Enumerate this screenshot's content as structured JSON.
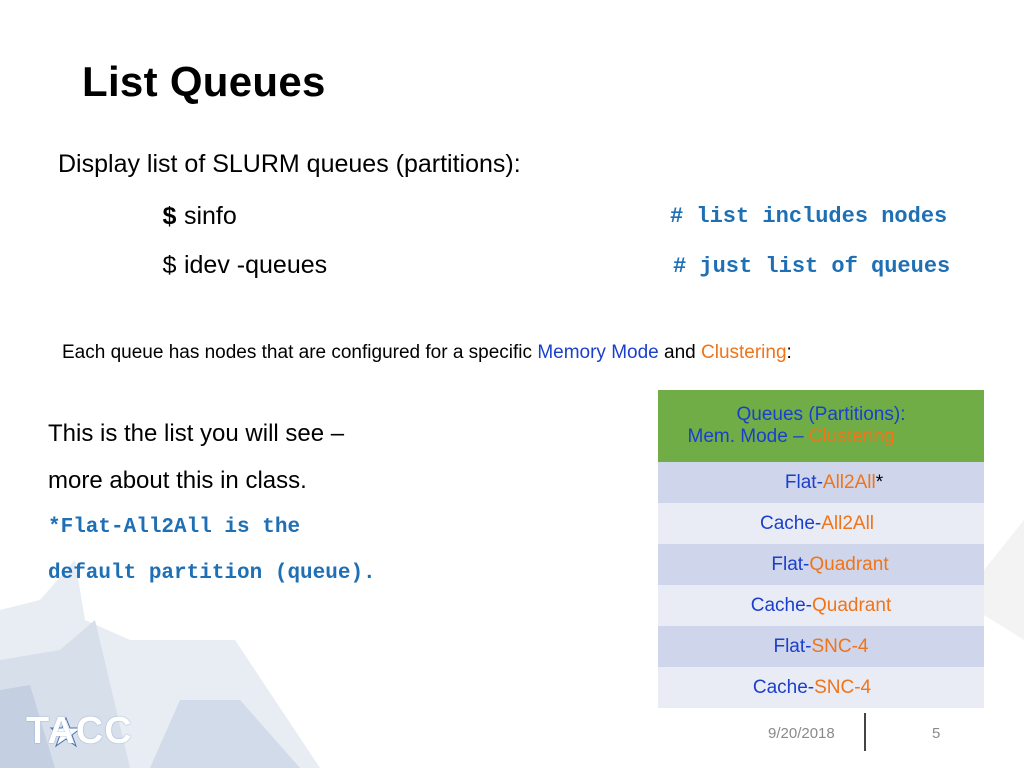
{
  "slide": {
    "title": "List Queues",
    "intro": "Display list of SLURM queues (partitions):",
    "commands": [
      {
        "prompt": "$",
        "command": "sinfo",
        "comment": "# list includes nodes"
      },
      {
        "prompt": "$",
        "command": "idev -queues",
        "comment": "# just list of queues"
      }
    ],
    "explain": {
      "before": "Each queue has nodes that are configured for a specific ",
      "mem_mode": "Memory Mode",
      "and": " and ",
      "clustering": "Clustering",
      "colon": ":"
    },
    "list_note": {
      "line1": "This is the list you will see –",
      "line2": "more about this in class.",
      "line3": "*Flat-All2All is the",
      "line4": "default partition (queue)."
    }
  },
  "queue_table": {
    "header_line1": "Queues (Partitions):",
    "header_mem": "Mem. Mode",
    "header_dash": " – ",
    "header_cluster": "Clustering",
    "rows": [
      {
        "mode": "Flat-",
        "cluster": "All2All",
        "suffix": "*"
      },
      {
        "mode": "Cache-",
        "cluster": "All2All",
        "suffix": ""
      },
      {
        "mode": "Flat-",
        "cluster": "Quadrant",
        "suffix": ""
      },
      {
        "mode": "Cache-",
        "cluster": "Quadrant",
        "suffix": ""
      },
      {
        "mode": "Flat-",
        "cluster": "SNC-4",
        "suffix": ""
      },
      {
        "mode": "Cache-",
        "cluster": "SNC-4",
        "suffix": ""
      }
    ]
  },
  "footer": {
    "logo_text": "TACC",
    "date": "9/20/2018",
    "page_number": "5"
  },
  "colors": {
    "accent_blue": "#1a3fcc",
    "accent_orange": "#f07418",
    "comment_blue": "#1f6fb5",
    "header_green": "#70ad47",
    "row_dark": "#cfd5ea",
    "row_light": "#e9ebf5",
    "logo_blue": "#4a6fb0"
  }
}
